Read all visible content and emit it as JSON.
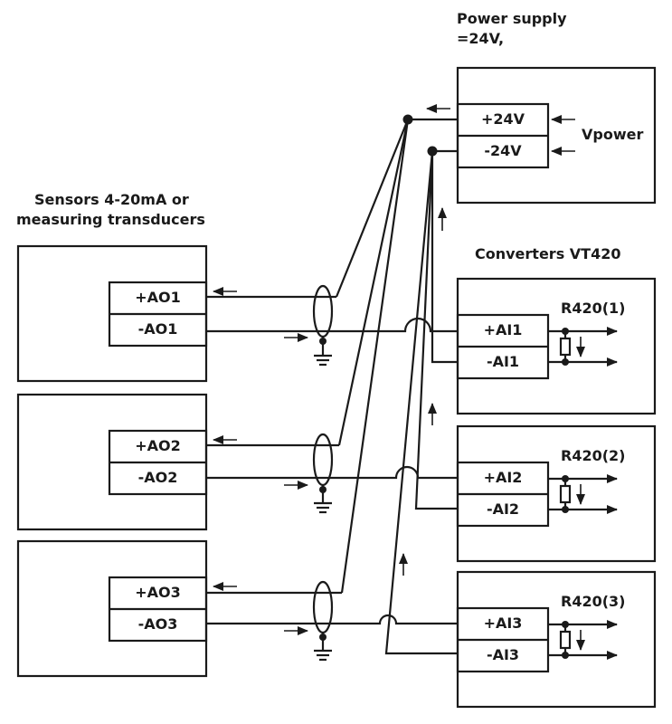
{
  "titles": {
    "power_line1": "Power supply",
    "power_line2": "=24V,",
    "sensors_line1": "Sensors 4-20mA or",
    "sensors_line2": "measuring transducers",
    "converters": "Converters VT420"
  },
  "power": {
    "plus": "+24V",
    "minus": "-24V",
    "vpower": "Vpower"
  },
  "sensors": [
    {
      "plus": "+AO1",
      "minus": "-AO1"
    },
    {
      "plus": "+AO2",
      "minus": "-AO2"
    },
    {
      "plus": "+AO3",
      "minus": "-AO3"
    }
  ],
  "converters": [
    {
      "plus": "+AI1",
      "minus": "-AI1",
      "resistor": "R420(1)"
    },
    {
      "plus": "+AI2",
      "minus": "-AI2",
      "resistor": "R420(2)"
    },
    {
      "plus": "+AI3",
      "minus": "-AI3",
      "resistor": "R420(3)"
    }
  ],
  "colors": {
    "ink": "#1a1a1a",
    "background": "#ffffff"
  }
}
